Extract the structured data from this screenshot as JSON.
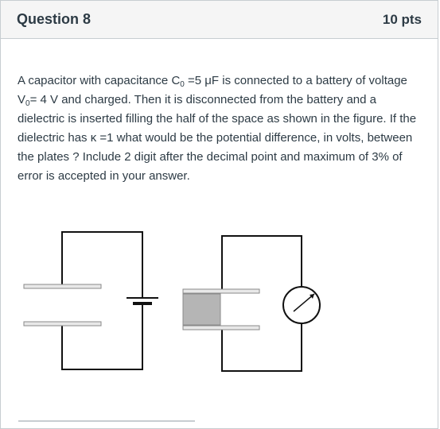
{
  "question": {
    "title": "Question 8",
    "points": "10 pts"
  },
  "body": {
    "p1": "A capacitor with capacitance C",
    "c_sub": "0",
    "p2": " =5 μF is connected to a battery of voltage V",
    "v_sub": "0",
    "p3": "= 4 V and charged. Then it is disconnected from the battery and a dielectric is inserted filling the half of the space as shown in the figure. If the dielectric has κ =1 what would be the potential difference, in volts, between the plates ? Include 2 digit after the decimal point and maximum of 3% of error is accepted in your answer."
  },
  "figure": {
    "dielectric_color": "#b5b5b5",
    "plate_fill": "#e8e8e8",
    "wire_color": "#111111"
  }
}
